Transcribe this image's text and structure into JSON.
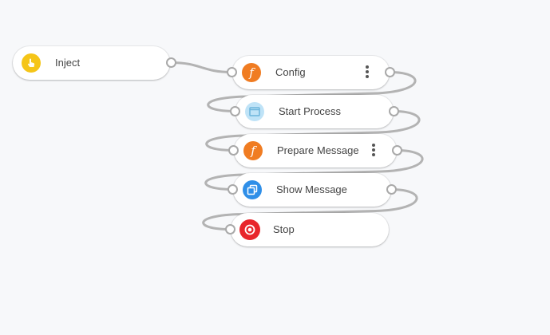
{
  "flow": {
    "nodes": [
      {
        "id": "inject",
        "label": "Inject",
        "icon": "touch-icon",
        "icon_color": "#f5c518",
        "has_menu": false,
        "ports": [
          "out"
        ]
      },
      {
        "id": "config",
        "label": "Config",
        "icon": "function-icon",
        "icon_color": "#f07c22",
        "has_menu": true,
        "ports": [
          "in",
          "out"
        ]
      },
      {
        "id": "start-process",
        "label": "Start Process",
        "icon": "window-icon",
        "icon_color": "#bfe3f7",
        "has_menu": false,
        "ports": [
          "in",
          "out"
        ]
      },
      {
        "id": "prepare-message",
        "label": "Prepare Message",
        "icon": "function-icon",
        "icon_color": "#f07c22",
        "has_menu": true,
        "ports": [
          "in",
          "out"
        ]
      },
      {
        "id": "show-message",
        "label": "Show Message",
        "icon": "copy-window-icon",
        "icon_color": "#2f8fe8",
        "has_menu": false,
        "ports": [
          "in",
          "out"
        ]
      },
      {
        "id": "stop",
        "label": "Stop",
        "icon": "stop-icon",
        "icon_color": "#e8262c",
        "has_menu": false,
        "ports": [
          "in"
        ]
      }
    ],
    "wires": [
      [
        "inject",
        "config"
      ],
      [
        "config",
        "start-process"
      ],
      [
        "start-process",
        "prepare-message"
      ],
      [
        "prepare-message",
        "show-message"
      ],
      [
        "show-message",
        "stop"
      ]
    ],
    "wire_color": "#b3b3b3"
  }
}
